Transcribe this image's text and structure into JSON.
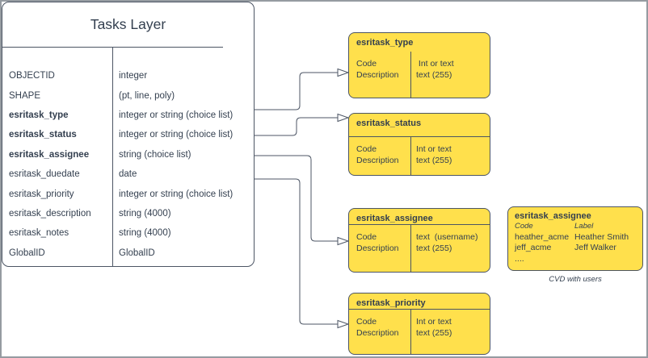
{
  "colors": {
    "line": "#4C5564",
    "text": "#333F4F",
    "yellow": "#FFE04C",
    "frame": "#959BA1",
    "bg": "#FFFFFF"
  },
  "tasks_layer": {
    "title": "Tasks Layer",
    "fields": [
      {
        "name": "OBJECTID",
        "type": "integer",
        "bold": false
      },
      {
        "name": "SHAPE",
        "type": "(pt, line, poly)",
        "bold": false
      },
      {
        "name": "esritask_type",
        "type": "integer or string (choice list)",
        "bold": true
      },
      {
        "name": "esritask_status",
        "type": "integer or string (choice list)",
        "bold": true
      },
      {
        "name": "esritask_assignee",
        "type": "string (choice list)",
        "bold": true
      },
      {
        "name": "esritask_duedate",
        "type": "date",
        "bold": false
      },
      {
        "name": "esritask_priority",
        "type": "integer or string (choice list)",
        "bold": false
      },
      {
        "name": "esritask_description",
        "type": "string (4000)",
        "bold": false
      },
      {
        "name": "esritask_notes",
        "type": "string (4000)",
        "bold": false
      },
      {
        "name": "GlobalID",
        "type": "GlobalID",
        "bold": false
      }
    ]
  },
  "domains": [
    {
      "title": "esritask_type",
      "col1": [
        "Code",
        "Description"
      ],
      "col2": [
        " Int or text",
        "text (255)"
      ]
    },
    {
      "title": "esritask_status",
      "col1": [
        "Code",
        "Description"
      ],
      "col2": [
        "Int or text",
        "text (255)"
      ]
    },
    {
      "title": "esritask_assignee",
      "col1": [
        "Code",
        "Description"
      ],
      "col2": [
        "text  (username)",
        "text (255)"
      ]
    },
    {
      "title": "esritask_priority",
      "col1": [
        "Code",
        "Description"
      ],
      "col2": [
        "Int or text",
        "text (255)"
      ]
    }
  ],
  "assignee_cvd": {
    "title": "esritask_assignee",
    "col_headers": [
      "Code",
      "Label"
    ],
    "rows": [
      {
        "code": "heather_acme",
        "label": "Heather Smith"
      },
      {
        "code": "jeff_acme",
        "label": "Jeff Walker"
      },
      {
        "code": "....",
        "label": ""
      }
    ],
    "caption": "CVD with users"
  }
}
